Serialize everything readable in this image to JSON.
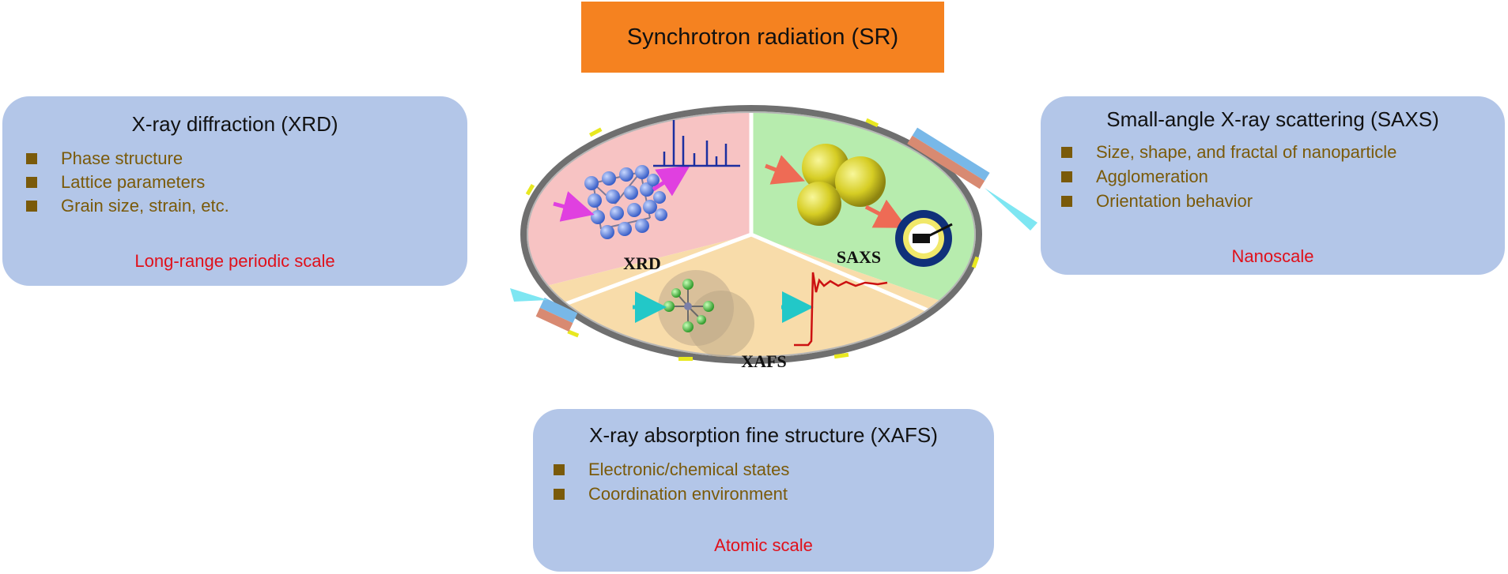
{
  "title": "Synchrotron radiation (SR)",
  "xrd": {
    "title": "X-ray diffraction (XRD)",
    "items": [
      "Phase structure",
      "Lattice parameters",
      "Grain size, strain, etc."
    ],
    "scale": "Long-range periodic scale",
    "segment_label": "XRD"
  },
  "saxs": {
    "title": "Small-angle X-ray scattering (SAXS)",
    "items": [
      "Size, shape, and fractal of nanoparticle",
      "Agglomeration",
      "Orientation behavior"
    ],
    "scale": "Nanoscale",
    "segment_label": "SAXS"
  },
  "xafs": {
    "title": "X-ray absorption fine structure (XAFS)",
    "items": [
      "Electronic/chemical states",
      "Coordination environment"
    ],
    "scale": "Atomic scale",
    "segment_label": "XAFS"
  },
  "colors": {
    "title_bg": "#f58220",
    "panel_bg": "#b3c6e8",
    "bullet_text": "#7a5a0a",
    "scale_text": "#e0101a",
    "xrd_segment": "#f7c3c3",
    "saxs_segment": "#b7ecae",
    "xafs_segment": "#f8dcaa"
  }
}
